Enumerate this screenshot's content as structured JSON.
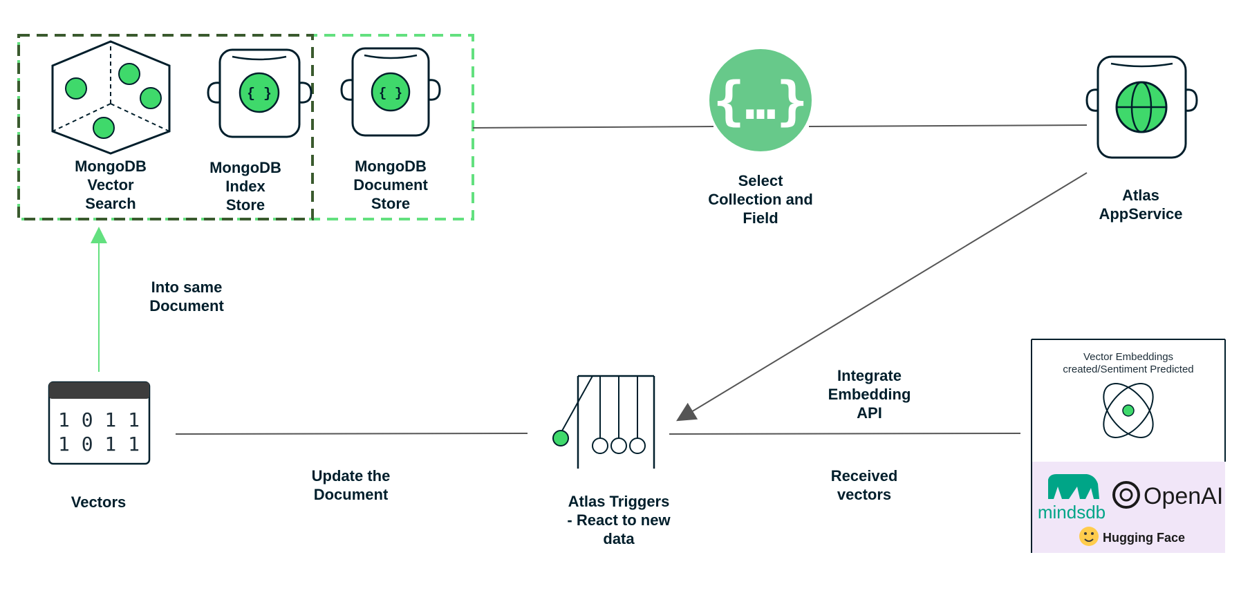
{
  "nodes": {
    "vector_search": "MongoDB\nVector\nSearch",
    "index_store": "MongoDB\nIndex\nStore",
    "document_store": "MongoDB\nDocument\nStore",
    "select_collection": "Select\nCollection and\nField",
    "app_service": "Atlas\nAppService",
    "vectors": "Vectors",
    "triggers": "Atlas Triggers\n- React to new\ndata"
  },
  "edges": {
    "into_same_document": "Into same\nDocument",
    "update_document": "Update the\nDocument",
    "integrate_api": "Integrate\nEmbedding\nAPI",
    "received_vectors": "Received\nvectors"
  },
  "provider_panel": {
    "caption": "Vector Embeddings\ncreated/Sentiment Predicted",
    "logos": [
      "mindsdb",
      "OpenAI",
      "Hugging Face"
    ]
  },
  "icons": {
    "json_braces": "{…}",
    "doc_braces": "{ }",
    "binary_row1": "1 0 1 1",
    "binary_row2": "1 0 1 1"
  },
  "colors": {
    "green": "#3fd96b",
    "soft_green": "#67c98a",
    "dark_green": "#3a5a2e",
    "dashed_light": "#63e07f",
    "navy": "#001e2b",
    "line_gray": "#555555",
    "panel_purple": "#f1e6f8"
  }
}
